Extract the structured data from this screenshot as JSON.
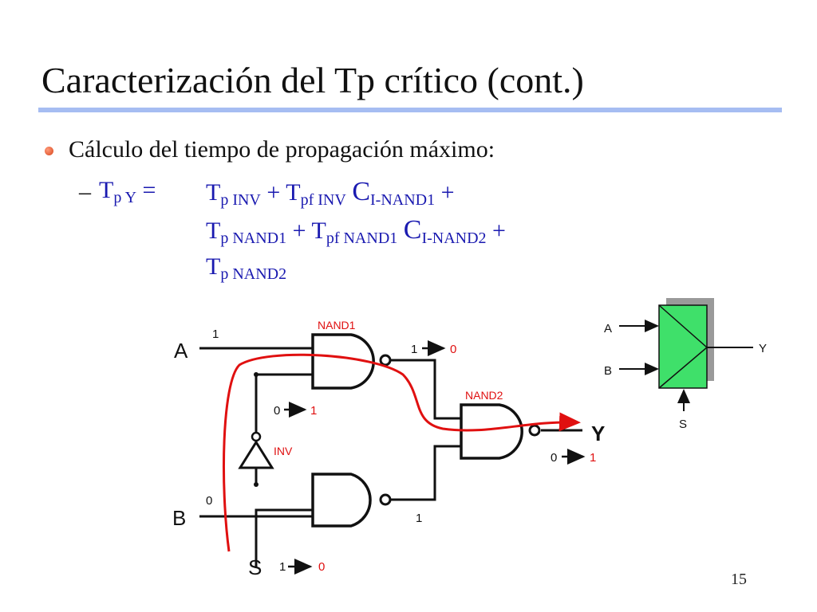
{
  "slide": {
    "title": "Caracterización del Tp crítico (cont.)",
    "bullet": "Cálculo del tiempo de propagación máximo:",
    "sub_dash": "–",
    "page_number": "15"
  },
  "formula": {
    "lhs": "T",
    "lhs_sub": "p Y",
    "eq": "=",
    "line1": {
      "t1": "T",
      "s1": "p INV",
      "plus1": " + ",
      "t2": "T",
      "s2": "pf INV",
      "c": "C",
      "cs": "I-NAND1",
      "plus2": " +"
    },
    "line2": {
      "t1": "T",
      "s1": "p NAND1",
      "plus1": " + ",
      "t2": "T",
      "s2": "pf NAND1",
      "c": "C",
      "cs": "I-NAND2",
      "plus2": " +"
    },
    "line3": {
      "t1": "T",
      "s1": "p NAND2"
    }
  },
  "circuit": {
    "input_a": "A",
    "input_b": "B",
    "input_s": "S",
    "output_y": "Y",
    "nand1_label": "NAND1",
    "nand2_label": "NAND2",
    "inv_label": "INV",
    "val_a": "1",
    "val_b": "0",
    "s_from": "1",
    "s_to": "0",
    "inv_from": "0",
    "inv_to": "1",
    "nand1_from": "1",
    "nand1_to": "0",
    "nand3_out": "1",
    "y_from": "0",
    "y_to": "1",
    "critical_path_color": "#e01010"
  },
  "block": {
    "in_a": "A",
    "in_b": "B",
    "sel": "S",
    "out": "Y",
    "fill_color": "#3fe06a",
    "shadow_color": "#9a9a9a"
  }
}
